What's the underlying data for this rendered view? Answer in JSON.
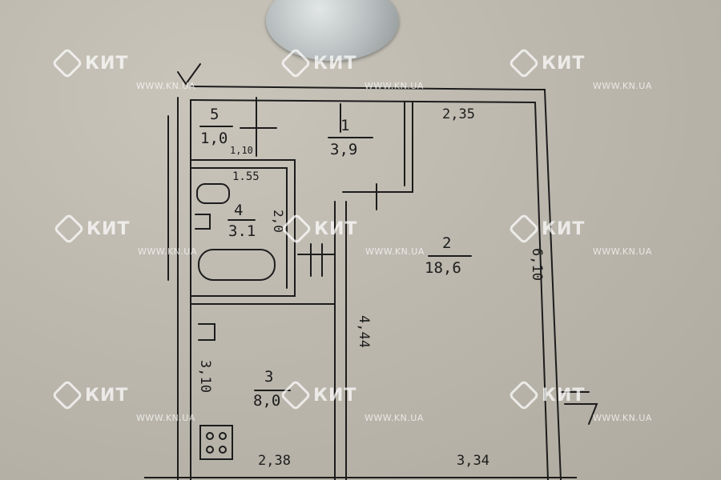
{
  "watermark": {
    "brand": "КИТ",
    "url": "WWW.KN.UA"
  },
  "plan": {
    "rooms": [
      {
        "number": "1",
        "area": "3,9"
      },
      {
        "number": "2",
        "area": "18,6"
      },
      {
        "number": "3",
        "area": "8,0"
      },
      {
        "number": "4",
        "area": "3.1"
      },
      {
        "number": "5",
        "area": "1,0"
      }
    ],
    "dimensions": {
      "top_right": "2,35",
      "right_height": "6,10",
      "room2_left": "4,44",
      "kitchen_height": "3,10",
      "bottom_left": "2,38",
      "bottom_right": "3,34",
      "wc_width": "1,10",
      "bath_width": "1.55",
      "bath_height": "2,0"
    }
  },
  "colors": {
    "paper": "#bcb8ae",
    "ink": "#1c1c1c",
    "watermark": "#ffffff"
  },
  "icons": [
    "coin-icon",
    "brand-logo-icon",
    "stove-icon",
    "bathtub-icon",
    "sink-icon",
    "toilet-icon"
  ]
}
